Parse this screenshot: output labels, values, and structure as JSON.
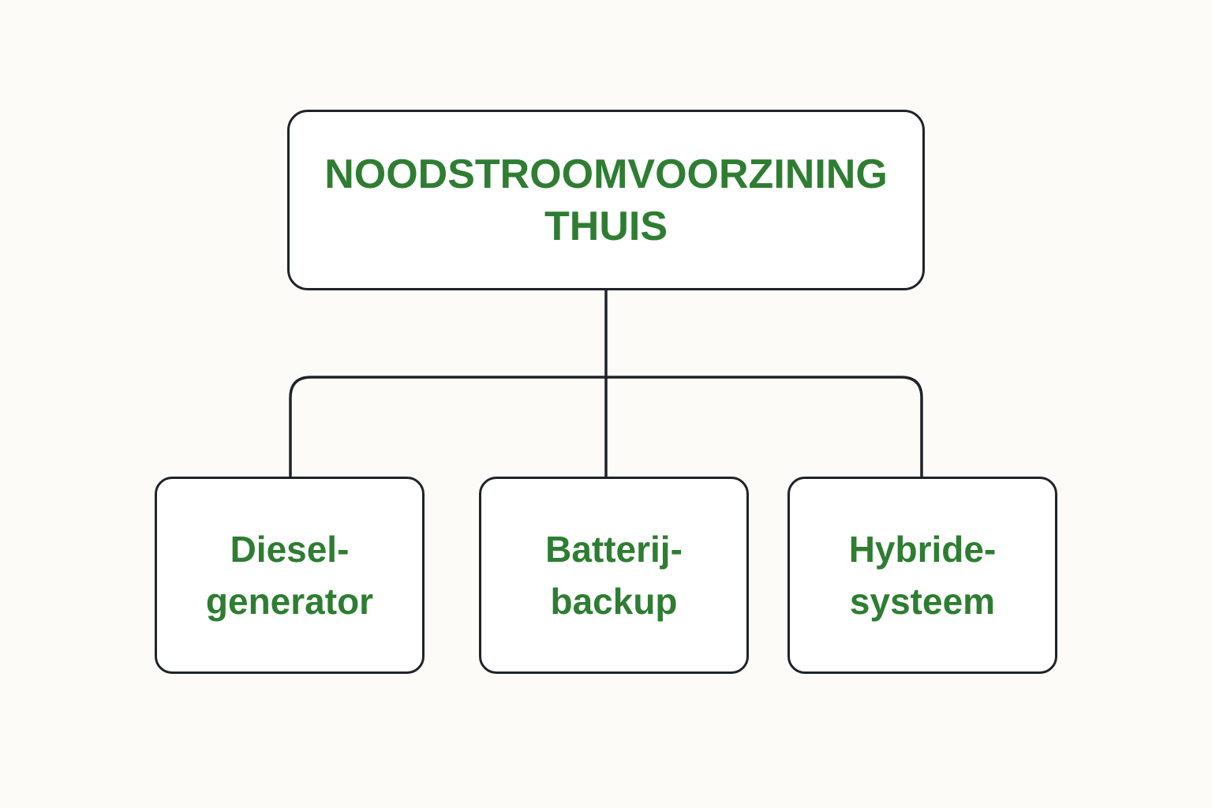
{
  "diagram": {
    "root": {
      "lines": [
        "NOODSTROOMVOORZINING",
        "THUIS"
      ]
    },
    "children": [
      {
        "lines": [
          "Diesel-",
          "generator"
        ]
      },
      {
        "lines": [
          "Batterij-",
          "backup"
        ]
      },
      {
        "lines": [
          "Hybride-",
          "systeem"
        ]
      }
    ]
  },
  "colors": {
    "text_accent": "#2e7d32",
    "stroke": "#1f2328",
    "background": "#fcfbf7",
    "box_fill": "#ffffff"
  }
}
